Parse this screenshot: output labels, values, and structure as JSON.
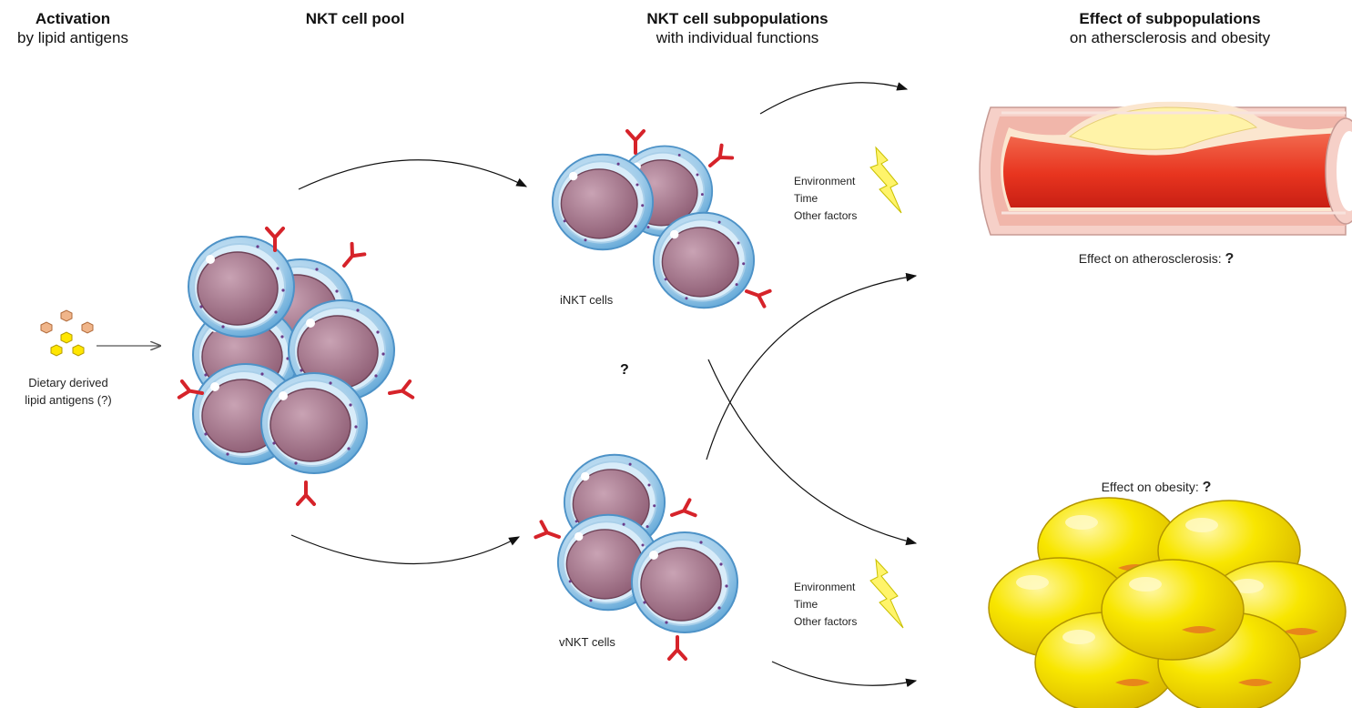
{
  "headers": {
    "activation": {
      "title": "Activation",
      "subtitle": "by lipid antigens"
    },
    "pool": {
      "title": "NKT cell pool",
      "subtitle": ""
    },
    "subpopulations": {
      "title": "NKT cell subpopulations",
      "subtitle": "with individual functions"
    },
    "effect": {
      "title": "Effect of subpopulations",
      "subtitle": "on athersclerosis and obesity"
    }
  },
  "antigen": {
    "line1": "Dietary derived",
    "line2": "lipid antigens (?)"
  },
  "cells": {
    "inkt": "iNKT cells",
    "vnkt": "vNKT cells",
    "middle_question": "?"
  },
  "factors_top": [
    "Environment",
    "Time",
    "Other factors"
  ],
  "factors_bottom": [
    "Environment",
    "Time",
    "Other factors"
  ],
  "effects": {
    "atherosclerosis_label": "Effect on atherosclerosis:",
    "atherosclerosis_value": "?",
    "obesity_label": "Effect on obesity:",
    "obesity_value": "?"
  },
  "colors": {
    "cell_membrane": "#7fb7de",
    "nucleus": "#a8798e",
    "receptor": "#d6232a",
    "lipid_yellow": "#ffe600",
    "lipid_orange": "#f0b58a",
    "lightning": "#fff46a",
    "blood": "#e8351f",
    "fat": "#f5e400"
  }
}
